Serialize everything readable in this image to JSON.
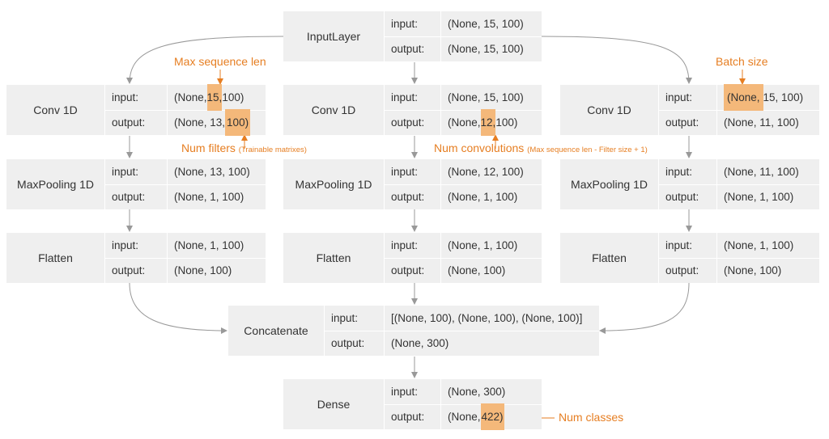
{
  "nodes": {
    "input_layer": {
      "name": "InputLayer",
      "input_label": "input:",
      "input_value": "(None, 15, 100)",
      "output_label": "output:",
      "output_value": "(None, 15, 100)"
    },
    "conv_left": {
      "name": "Conv 1D",
      "input_label": "input:",
      "input_prefix": "(None, ",
      "input_hl": "15,",
      "input_suffix": " 100)",
      "output_label": "output:",
      "output_prefix": "(None, 13, ",
      "output_hl": "100)"
    },
    "conv_mid": {
      "name": "Conv 1D",
      "input_label": "input:",
      "input_value": "(None, 15, 100)",
      "output_label": "output:",
      "output_prefix": "(None, ",
      "output_hl": "12,",
      "output_suffix": " 100)"
    },
    "conv_right": {
      "name": "Conv 1D",
      "input_label": "input:",
      "input_hl": "(None,",
      "input_suffix": " 15, 100)",
      "output_label": "output:",
      "output_value": "(None, 11, 100)"
    },
    "pool_left": {
      "name": "MaxPooling 1D",
      "input_label": "input:",
      "input_value": "(None, 13, 100)",
      "output_label": "output:",
      "output_value": "(None, 1, 100)"
    },
    "pool_mid": {
      "name": "MaxPooling 1D",
      "input_label": "input:",
      "input_value": "(None, 12, 100)",
      "output_label": "output:",
      "output_value": "(None, 1, 100)"
    },
    "pool_right": {
      "name": "MaxPooling 1D",
      "input_label": "input:",
      "input_value": "(None, 11, 100)",
      "output_label": "output:",
      "output_value": "(None, 1, 100)"
    },
    "flat_left": {
      "name": "Flatten",
      "input_label": "input:",
      "input_value": "(None, 1, 100)",
      "output_label": "output:",
      "output_value": "(None, 100)"
    },
    "flat_mid": {
      "name": "Flatten",
      "input_label": "input:",
      "input_value": "(None, 1, 100)",
      "output_label": "output:",
      "output_value": "(None, 100)"
    },
    "flat_right": {
      "name": "Flatten",
      "input_label": "input:",
      "input_value": "(None, 1, 100)",
      "output_label": "output:",
      "output_value": "(None, 100)"
    },
    "concat": {
      "name": "Concatenate",
      "input_label": "input:",
      "input_value": "[(None, 100), (None, 100), (None, 100)]",
      "output_label": "output:",
      "output_value": "(None, 300)"
    },
    "dense": {
      "name": "Dense",
      "input_label": "input:",
      "input_value": "(None, 300)",
      "output_label": "output:",
      "output_prefix": "(None, ",
      "output_hl": "422)"
    }
  },
  "annotations": {
    "max_seq_len": "Max sequence len",
    "batch_size": "Batch size",
    "num_filters": "Num filters",
    "num_filters_note": "(Trainable matrixes)",
    "num_convolutions": "Num convolutions",
    "num_convolutions_note": "(Max sequence len - Filter size + 1)",
    "num_classes": "Num classes"
  },
  "colors": {
    "box": "#efefef",
    "highlight": "#f4b87a",
    "annotation": "#e67e22",
    "connector": "#999999"
  }
}
